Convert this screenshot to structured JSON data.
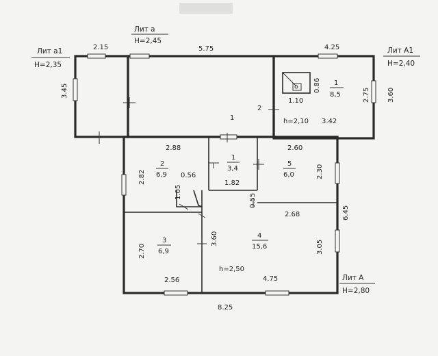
{
  "header": {
    "blurred_title": ""
  },
  "lit_labels": {
    "a": {
      "name": "Лит а",
      "height": "H=2,45"
    },
    "a1": {
      "name": "Лит а1",
      "height": "H=2,35"
    },
    "A1": {
      "name": "Лит А1",
      "height": "H=2,40"
    },
    "A": {
      "name": "Лит А",
      "height": "H=2,80"
    }
  },
  "rooms": {
    "A1_1": {
      "num": "1",
      "area": "8,5"
    },
    "A_1": {
      "num": "1",
      "area": "3,4"
    },
    "A_2": {
      "num": "2",
      "area": "6,9"
    },
    "A_3": {
      "num": "3",
      "area": "6,9"
    },
    "A_4": {
      "num": "4",
      "area": "15,6"
    },
    "A_5": {
      "num": "5",
      "area": "6,0"
    },
    "a_2": {
      "num": "2"
    },
    "entry_1": {
      "num": "1"
    }
  },
  "heights": {
    "A1": "h=2,10",
    "A": "h=2,50"
  },
  "dims": {
    "a1_top": "2.15",
    "a1_left": "3.45",
    "a_top": "5.75",
    "A1_top": "4.25",
    "A1_right_outer": "3.60",
    "A1_right_inner": "2.75",
    "A1_stove_w": "1.10",
    "A1_stove_h": "0.86",
    "A1_bottom": "3.42",
    "r2_top": "2.88",
    "r2_left": "2.82",
    "r2_small_w": "0.56",
    "r2_small_h": "1.05",
    "r1_bottom": "1.82",
    "r5_top": "2.60",
    "r5_right": "2.30",
    "r5_small": "0.55",
    "r4_top": "2.68",
    "A_right_outer": "6.45",
    "r4_right": "3.05",
    "r4_left": "3.60",
    "r3_left": "2.70",
    "r3_bottom": "2.56",
    "r4_bottom": "4.75",
    "A_bottom": "8.25"
  }
}
